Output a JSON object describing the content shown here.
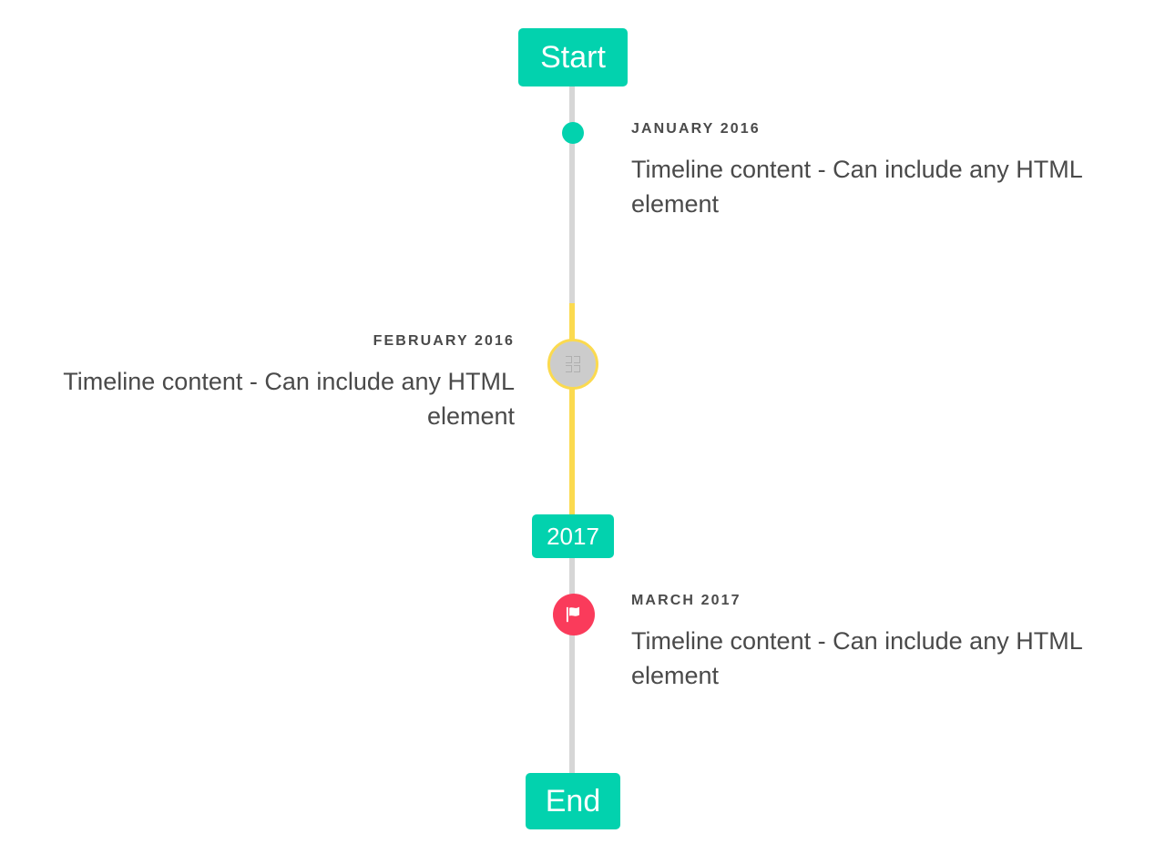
{
  "timeline": {
    "axis_color_default": "#d6d6d6",
    "axis_color_highlight": "#fbda4f",
    "accent_color": "#02d2ae",
    "marker_flag_color": "#fa3b5b",
    "start_badge": {
      "label": "Start"
    },
    "divider_badge": {
      "label": "2017"
    },
    "end_badge": {
      "label": "End"
    },
    "events": [
      {
        "id": "january-2016",
        "label": "JANUARY 2016",
        "body": "Timeline content - Can include any HTML element",
        "side": "right",
        "marker": "dot",
        "marker_icon": "",
        "marker_color": "#02d2ae"
      },
      {
        "id": "february-2016",
        "label": "FEBRUARY 2016",
        "body": "Timeline content - Can include any HTML element",
        "side": "left",
        "marker": "ring",
        "marker_icon": "missing-glyph-icon",
        "marker_color": "#cccccc"
      },
      {
        "id": "march-2017",
        "label": "MARCH 2017",
        "body": "Timeline content - Can include any HTML element",
        "side": "right",
        "marker": "flag",
        "marker_icon": "flag-icon",
        "marker_color": "#fa3b5b"
      }
    ]
  }
}
